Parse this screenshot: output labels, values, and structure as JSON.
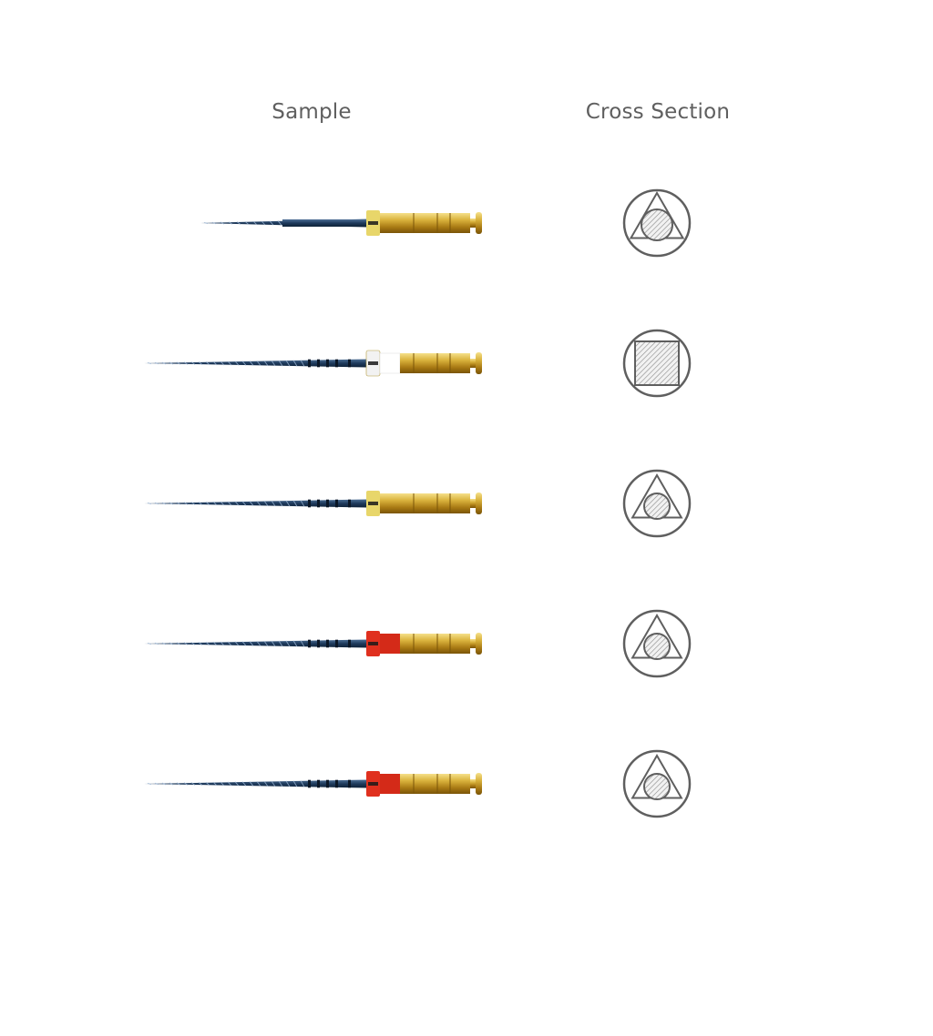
{
  "headers": {
    "sample": "Sample",
    "cross_section": "Cross Section"
  },
  "colors": {
    "text": "#5f5f5f",
    "blade": "#1e3a5c",
    "gold": "#c9a230",
    "outline": "#5f5f5f"
  },
  "rows": [
    {
      "file": {
        "blade_style": "short",
        "ring_color": "#e8d66a",
        "ring_label": "yellow ring"
      },
      "cross_section": {
        "shape": "triangle-in-circle",
        "icon": "triangle-cross-section-icon"
      }
    },
    {
      "file": {
        "blade_style": "long",
        "ring_color": "#f2f2f2",
        "ring_label": "white ring"
      },
      "cross_section": {
        "shape": "square-in-circle",
        "icon": "square-cross-section-icon"
      }
    },
    {
      "file": {
        "blade_style": "long",
        "ring_color": "#e8d66a",
        "ring_label": "yellow ring"
      },
      "cross_section": {
        "shape": "triangle-in-circle",
        "icon": "triangle-cross-section-icon"
      }
    },
    {
      "file": {
        "blade_style": "long",
        "ring_color": "#e0301e",
        "ring_label": "red ring"
      },
      "cross_section": {
        "shape": "triangle-in-circle",
        "icon": "triangle-cross-section-icon"
      }
    },
    {
      "file": {
        "blade_style": "long",
        "ring_color": "#e0301e",
        "ring_label": "red ring"
      },
      "cross_section": {
        "shape": "triangle-in-circle",
        "icon": "triangle-cross-section-icon"
      }
    }
  ]
}
